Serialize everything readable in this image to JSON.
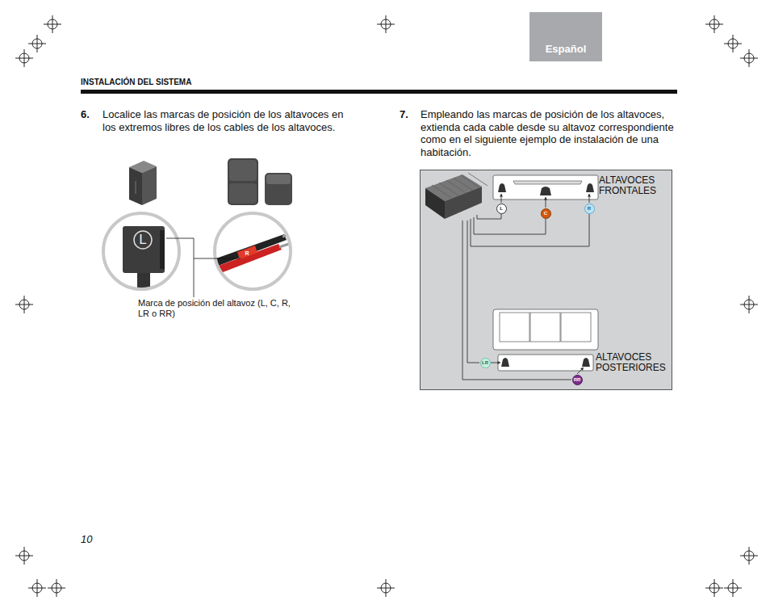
{
  "diagram": {
    "nodes": [
      {
        "text": [
          "Español"
        ]
      },
      {
        "text": [
          "ALTAVOCES FRONTALES",
          "ALTAVOCES POSTERIORES"
        ]
      },
      {
        "text": [
          "L"
        ],
        "in": 1
      },
      {
        "text": [
          "C"
        ],
        "in": 1
      },
      {
        "text": [
          "R"
        ],
        "in": 1
      },
      {
        "text": [
          "LR"
        ],
        "in": 1
      },
      {
        "text": [
          "RR"
        ],
        "in": 1
      }
    ],
    "labels": [
      "INSTALACIÓN DEL SISTEMA",
      "6.",
      "Localice las marcas de posición de los altavoces en los extremos libres de los cables de los altavoces.",
      "L",
      "R",
      "Marca de posición del altavoz (L, C, R, LR o RR)",
      "7.",
      "Empleando las marcas de posición de los altavoces, extienda cada cable desde su altavoz correspondiente como en el siguiente ejemplo de instalación de una habitación.",
      "10"
    ]
  }
}
